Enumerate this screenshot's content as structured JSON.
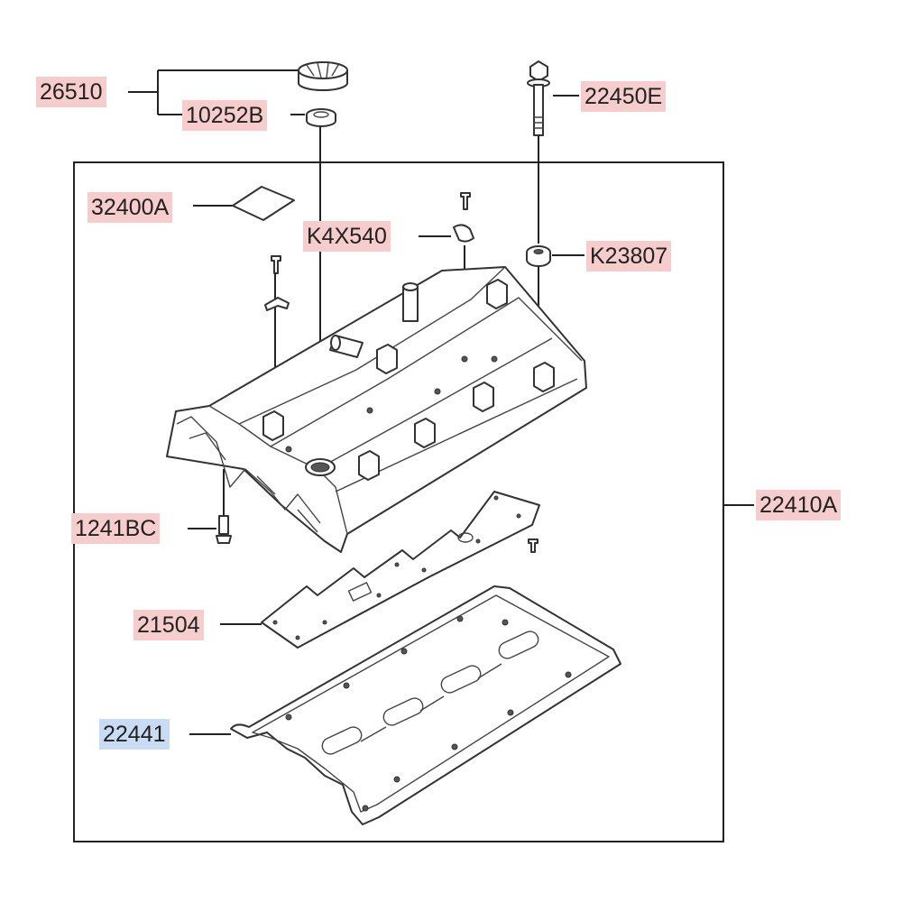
{
  "diagram": {
    "callouts": [
      {
        "id": "c26510",
        "text": "26510",
        "highlight": "red"
      },
      {
        "id": "c10252B",
        "text": "10252B",
        "highlight": "red"
      },
      {
        "id": "c22450E",
        "text": "22450E",
        "highlight": "red"
      },
      {
        "id": "c32400A",
        "text": "32400A",
        "highlight": "red"
      },
      {
        "id": "cK4X540",
        "text": "K4X540",
        "highlight": "red"
      },
      {
        "id": "cK23807",
        "text": "K23807",
        "highlight": "red"
      },
      {
        "id": "c22410A",
        "text": "22410A",
        "highlight": "red"
      },
      {
        "id": "c1241BC",
        "text": "1241BC",
        "highlight": "red"
      },
      {
        "id": "c21504",
        "text": "21504",
        "highlight": "red"
      },
      {
        "id": "c22441",
        "text": "22441",
        "highlight": "blue"
      }
    ],
    "colors": {
      "label_red": "#f6cccc",
      "label_blue": "#c9dcf3",
      "lines": "#222222"
    }
  }
}
